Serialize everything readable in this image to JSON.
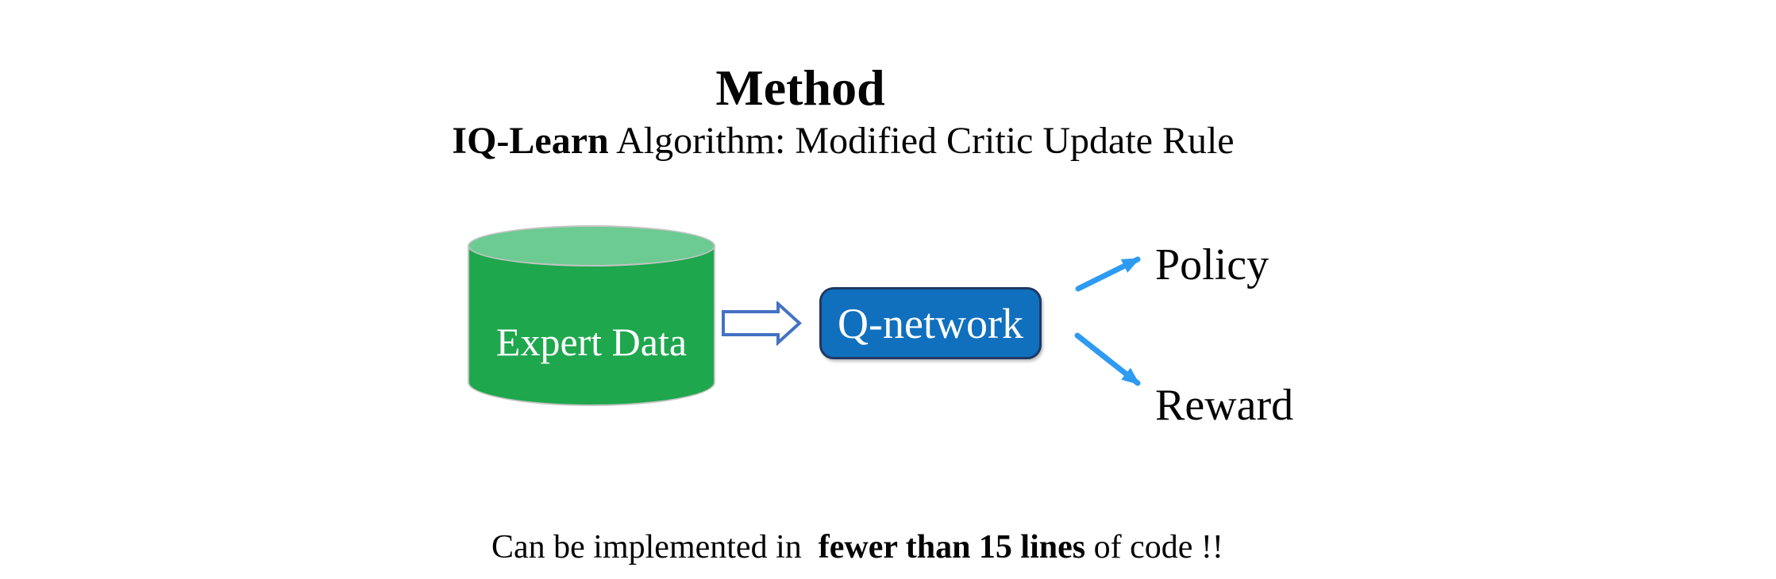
{
  "title": "Method",
  "subtitle": {
    "highlight": "IQ-Learn",
    "rest": " Algorithm: Modified Critic Update Rule"
  },
  "diagram": {
    "expert_data_label": "Expert Data",
    "q_network_label": "Q-network",
    "policy_label": "Policy",
    "reward_label": "Reward"
  },
  "footer": {
    "prefix": "Can be implemented in  ",
    "bold": "fewer than 15 lines",
    "suffix": " of code !!"
  },
  "colors": {
    "cylinder_body": "#1FA74E",
    "cylinder_top": "#6CCB92",
    "cylinder_border": "#C4C4C4",
    "qbox_fill": "#1070BE",
    "qbox_border": "#1F3864",
    "flow_arrow_outline": "#4472C4",
    "output_arrow": "#2E9BF2"
  }
}
